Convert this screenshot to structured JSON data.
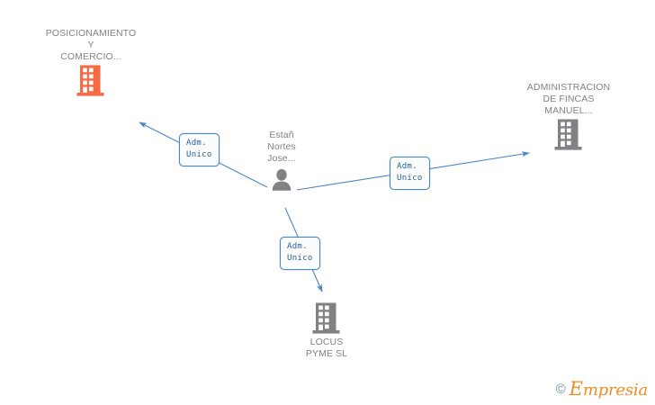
{
  "graph": {
    "title": "Empresia corporate relationship graph",
    "background_color": "#ffffff",
    "colors": {
      "company_highlight": "#fa6a42",
      "company_default": "#808285",
      "person": "#808285",
      "edge": "#4a86c8",
      "chip_border": "#4a86c8",
      "chip_text": "#2a5d96",
      "label_text": "#808285",
      "watermark_brand": "#f08c1e",
      "watermark_copy": "#6b8fa3"
    },
    "nodes": [
      {
        "id": "company-posicionamiento",
        "type": "company",
        "icon": "building-icon",
        "label": "POSICIONAMIENTO\nY\nCOMERCIO...",
        "label_position": "above",
        "color": "#fa6a42"
      },
      {
        "id": "company-administracion-fincas",
        "type": "company",
        "icon": "building-icon",
        "label": "ADMINISTRACION\nDE FINCAS\nMANUEL...",
        "label_position": "above",
        "color": "#808285"
      },
      {
        "id": "person-estan-nortes",
        "type": "person",
        "icon": "person-icon",
        "label": "Estañ\nNortes\nJose...",
        "label_position": "above",
        "color": "#808285"
      },
      {
        "id": "company-locus-pyme",
        "type": "company",
        "icon": "building-icon",
        "label": "LOCUS\nPYME SL",
        "label_position": "below",
        "color": "#808285"
      }
    ],
    "edges": [
      {
        "id": "edge-to-posicionamiento",
        "from": "person-estan-nortes",
        "to": "company-posicionamiento",
        "label": "Adm.\nUnico",
        "direction": "up-left"
      },
      {
        "id": "edge-to-administracion-fincas",
        "from": "person-estan-nortes",
        "to": "company-administracion-fincas",
        "label": "Adm.\nUnico",
        "direction": "up-right"
      },
      {
        "id": "edge-to-locus-pyme",
        "from": "person-estan-nortes",
        "to": "company-locus-pyme",
        "label": "Adm.\nUnico",
        "direction": "down-right"
      }
    ]
  },
  "watermark": {
    "copyright": "©",
    "brand_initial": "E",
    "brand_rest": "mpresia"
  }
}
